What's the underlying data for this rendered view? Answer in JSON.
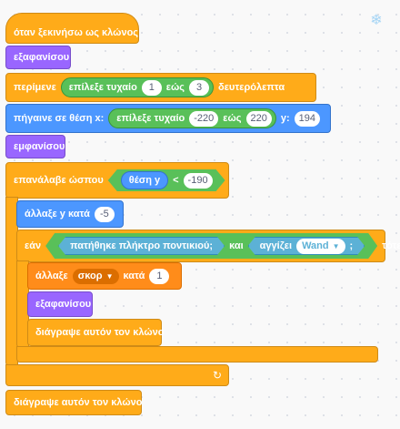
{
  "blocks": {
    "when_clone": {
      "label": "όταν ξεκινήσω ως κλώνος"
    },
    "hide1": {
      "label": "εξαφανίσου"
    },
    "wait": {
      "label": "περίμενε",
      "random_label": "επίλεξε τυχαίο",
      "from": "1",
      "to_label": "εώς",
      "to": "3",
      "unit": "δευτερόλεπτα"
    },
    "goto": {
      "label": "πήγαινε σε θέση x:",
      "random_label": "επίλεξε τυχαίο",
      "from": "-220",
      "to_label": "εώς",
      "to": "220",
      "y_label": "y:",
      "y": "194"
    },
    "show": {
      "label": "εμφανίσου"
    },
    "repeat_until": {
      "label": "επανάλαβε ώσπου",
      "reporter": "θέση y",
      "op": "<",
      "value": "-190"
    },
    "change_y": {
      "label": "άλλαξε y κατά",
      "value": "-5"
    },
    "if": {
      "label": "εάν",
      "cond1": "πατήθηκε πλήκτρο ποντικιού;",
      "and_label": "και",
      "touch_label": "αγγίζει",
      "touch_target": "Wand",
      "q": ";",
      "then": "τότε"
    },
    "change_var": {
      "label": "άλλαξε",
      "var": "σκορ",
      "by_label": "κατά",
      "value": "1"
    },
    "hide2": {
      "label": "εξαφανίσου"
    },
    "delete_inner": {
      "label": "διάγραψε αυτόν τον κλώνο"
    },
    "delete_outer": {
      "label": "διάγραψε αυτόν τον κλώνο"
    }
  },
  "colors": {
    "control": "#ffab19",
    "looks": "#9966ff",
    "motion": "#4c97ff",
    "operators": "#59c059",
    "sensing": "#5cb1d6",
    "variables": "#ff8c1a"
  },
  "icons": {
    "stage_icon": "snowflake-icon",
    "loop_icon": "loop-arrow-icon"
  }
}
